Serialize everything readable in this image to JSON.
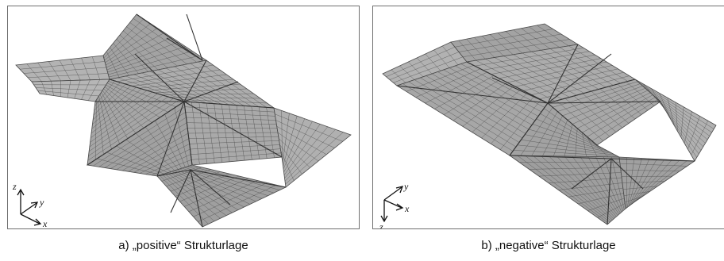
{
  "figure": {
    "panels": [
      {
        "caption": "a) „positive“ Strukturlage",
        "axes": {
          "x": "x",
          "y": "y",
          "z": "z"
        },
        "z_direction": "up"
      },
      {
        "caption": "b) „negative“ Strukturlage",
        "axes": {
          "x": "x",
          "y": "y",
          "z": "z"
        },
        "z_direction": "down"
      }
    ],
    "colors": {
      "mesh_fill": "#a9a9a9",
      "mesh_line": "#4a4a4a",
      "frame": "#6f6f6f"
    }
  }
}
